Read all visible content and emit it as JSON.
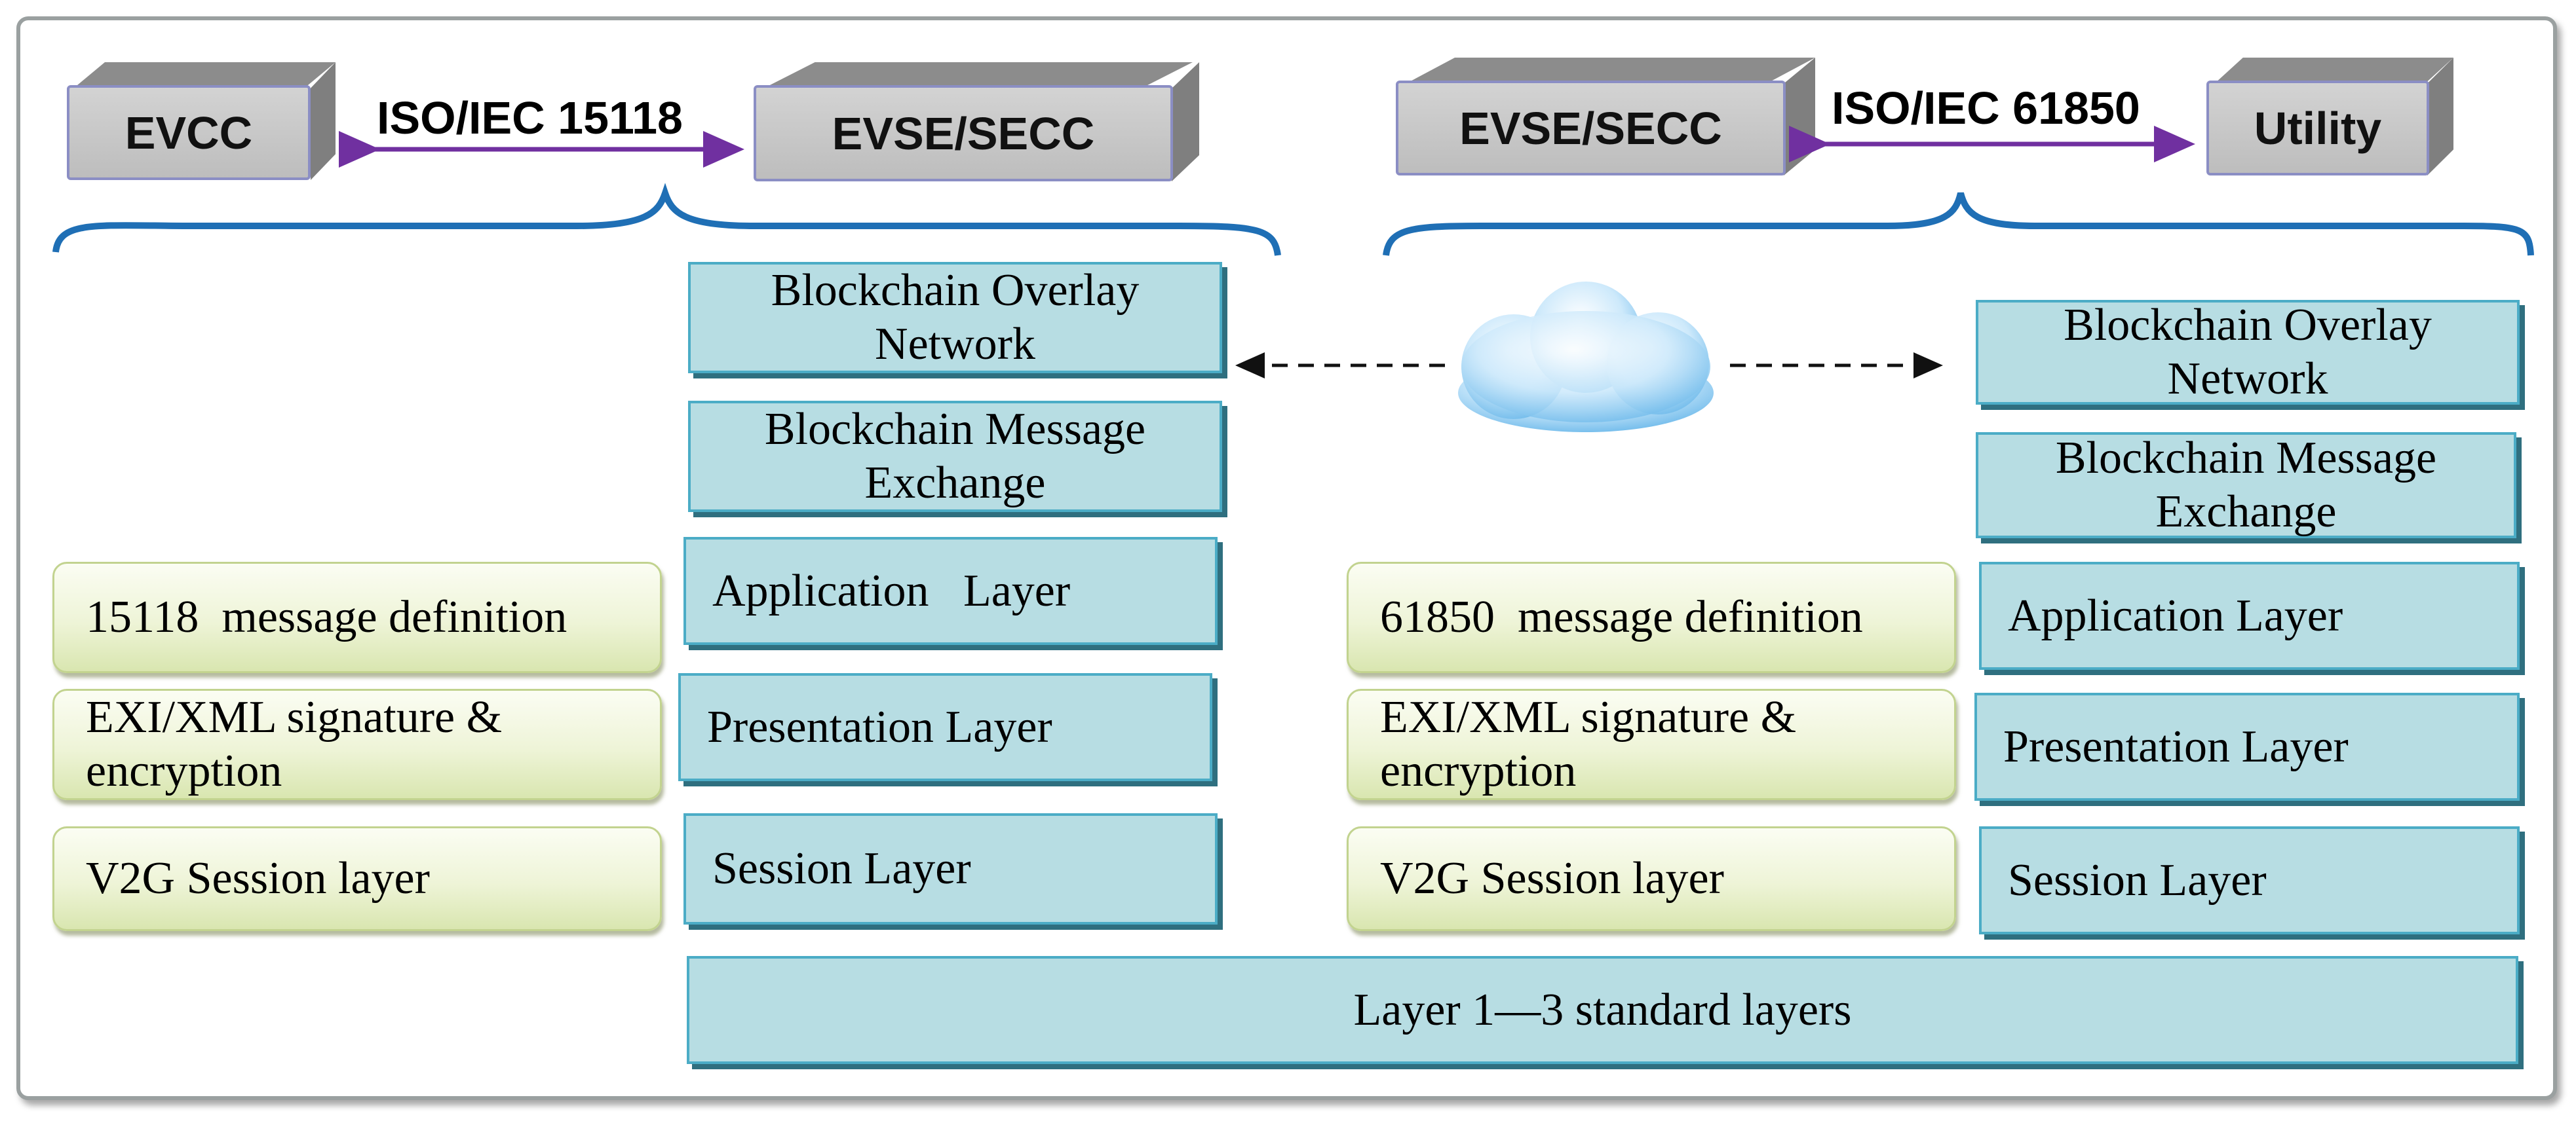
{
  "left_header": {
    "device_a": "EVCC",
    "protocol": "ISO/IEC 15118",
    "device_b": "EVSE/SECC"
  },
  "right_header": {
    "device_a": "EVSE/SECC",
    "protocol": "ISO/IEC 61850",
    "device_b": "Utility"
  },
  "left_stack": {
    "message_definition": "15118  message definition",
    "signature": "EXI/XML signature &\nencryption",
    "session": "V2G Session layer"
  },
  "center_stack": {
    "overlay": "Blockchain  Overlay\nNetwork",
    "exchange": "Blockchain  Message\nExchange",
    "application": "Application   Layer",
    "presentation": "Presentation Layer",
    "session": "Session Layer"
  },
  "right_green_stack": {
    "message_definition": "61850  message definition",
    "signature": "EXI/XML signature &\nencryption",
    "session": "V2G Session layer"
  },
  "right_stack": {
    "overlay": "Blockchain  Overlay\nNetwork",
    "exchange": "Blockchain  Message\nExchange",
    "application": "Application Layer",
    "presentation": "Presentation Layer",
    "session": "Session Layer"
  },
  "bottom_layer": "Layer 1—3 standard layers",
  "cloud": {
    "icon": "cloud-icon"
  },
  "colors": {
    "layer_fill": "#b7dde3",
    "layer_border": "#4bacc6",
    "brace": "#1f6fb5",
    "protocol_arrow": "#7030a0"
  }
}
